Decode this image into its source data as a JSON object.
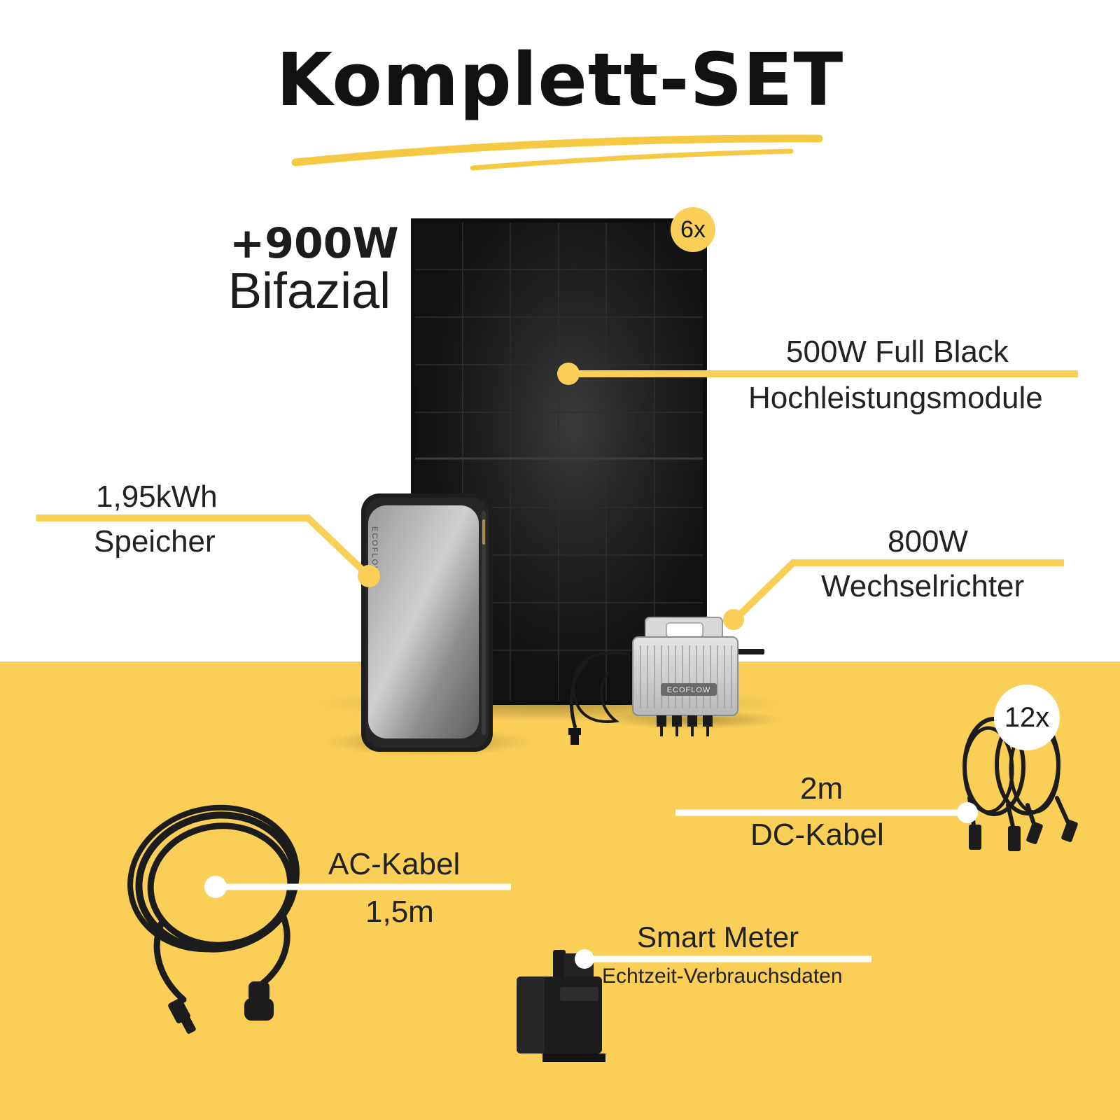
{
  "header": {
    "title": "Komplett-SET"
  },
  "power": {
    "value": "+900W",
    "type": "Bifazial"
  },
  "panel": {
    "line1": "500W Full Black",
    "line2": "Hochleistungsmodule",
    "badge": "6x"
  },
  "battery": {
    "line1": "1,95kWh",
    "line2": "Speicher",
    "brand": "ECOFLOW"
  },
  "inverter": {
    "line1": "800W",
    "line2": "Wechselrichter",
    "brand": "ECOFLOW"
  },
  "dc_cable": {
    "line1": "2m",
    "line2": "DC-Kabel",
    "badge": "12x"
  },
  "ac_cable": {
    "line1": "AC-Kabel",
    "line2": "1,5m"
  },
  "smart_meter": {
    "line1": "Smart Meter",
    "line2": "Echtzeit-Verbrauchsdaten"
  },
  "colors": {
    "accent_yellow": "#f9cf57",
    "text_dark": "#222222",
    "callout_white": "#ffffff"
  }
}
